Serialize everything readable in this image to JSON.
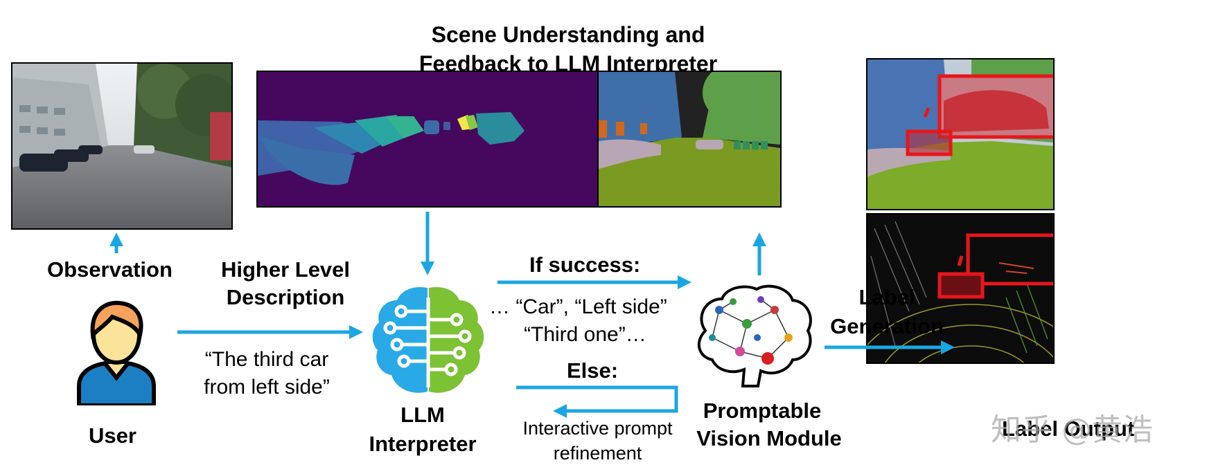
{
  "diagram": {
    "title_line1": "Scene Understanding and",
    "title_line2": "Feedback to LLM Interpreter",
    "observation_label": "Observation",
    "higher_level_line1": "Higher Level",
    "higher_level_line2": "Description",
    "user_quote_line1": "“The third car",
    "user_quote_line2": "from left side”",
    "user_label": "User",
    "llm_label_line1": "LLM",
    "llm_label_line2": "Interpreter",
    "if_success_label": "If success:",
    "prompt_line1": "… “Car”, “Left side”",
    "prompt_line2": "“Third one”…",
    "else_label": "Else:",
    "refine_line1": "Interactive prompt",
    "refine_line2": "refinement",
    "vision_line1": "Promptable",
    "vision_line2": "Vision Module",
    "label_gen_line1": "Label",
    "label_gen_line2": "Generation",
    "label_output": "Label Output",
    "watermark": "知乎 @黄浩"
  },
  "colors": {
    "arrow": "#1aa7e0",
    "highlight_box": "#e8161b",
    "brain_left": "#29a9e6",
    "brain_right": "#7cc234",
    "seg_background": "#45085e",
    "segmentation_ground": "#7a9a22",
    "user_hair": "#f5a25a",
    "user_face": "#fbe39a",
    "user_shirt": "#1d7fc3"
  },
  "icons": {
    "user": "user-avatar-icon",
    "llm": "brain-circuit-icon",
    "vision": "neural-brain-icon"
  }
}
